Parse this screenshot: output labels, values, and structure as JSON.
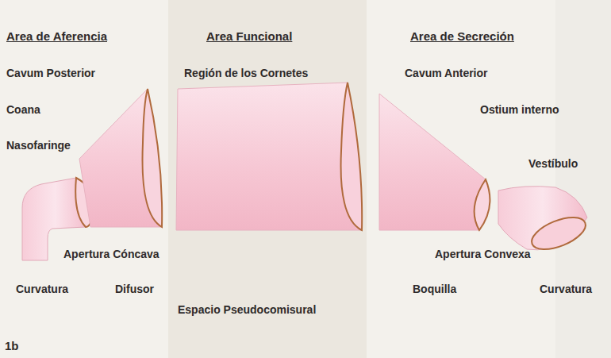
{
  "diagram": {
    "labels": [
      "Area de Aferencia",
      "Area Funcional",
      "Area de Secreción",
      "Cavum Posterior",
      "Región de los Cornetes",
      "Cavum Anterior",
      "Coana",
      "Ostium interno",
      "Nasofaringe",
      "Vestíbulo",
      "Apertura Cóncava",
      "Apertura Convexa",
      "Curvatura",
      "Difusor",
      "Espacio Pseudocomisural",
      "Boquilla",
      "Curvatura",
      "1b"
    ]
  }
}
